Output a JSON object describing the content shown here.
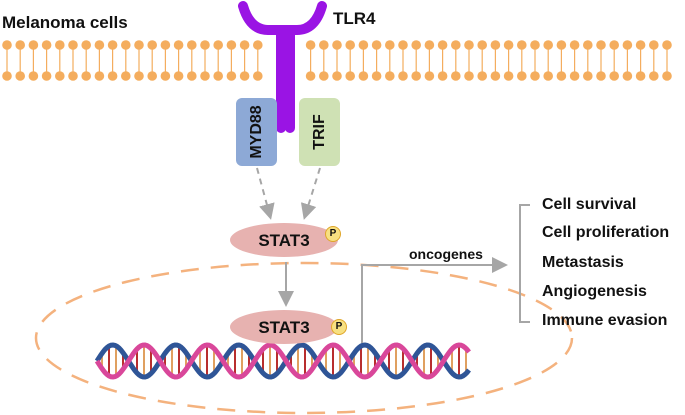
{
  "labels": {
    "cell_type": "Melanoma cells",
    "receptor": "TLR4",
    "adaptor_left": "MYD88",
    "adaptor_right": "TRIF",
    "stat_cytoplasm": "STAT3",
    "stat_nucleus": "STAT3",
    "phospho": "P",
    "oncogenes": "oncogenes"
  },
  "outcomes": [
    "Cell survival",
    "Cell proliferation",
    "Metastasis",
    "Angiogenesis",
    "Immune evasion"
  ],
  "colors": {
    "membrane": "#f4ad5e",
    "receptor": "#9a14e4",
    "myd88": "#8da9d6",
    "trif": "#cfe1b4",
    "stat3": "#e7b2b0",
    "phospho_fill": "#f7e081",
    "nucleus_border": "#f4b27e",
    "arrow": "#a6a6a6"
  }
}
